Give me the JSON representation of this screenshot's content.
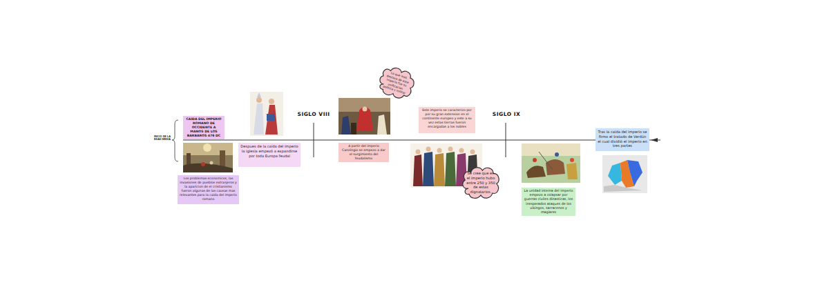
{
  "diagram": {
    "nodes": [
      {
        "text": [
          "CAIDA DEL IMPERIO ROMANO DE OCCIDENTE A MANOS DE LOS BARBAROS 476 DC"
        ]
      },
      {
        "text": [
          "Los problemas economicos, las invasiones de pueblos extranjeros y la aparicion de el cristianismo fueron algunas de las causas mas relevantes para la caida del imperio romano"
        ]
      },
      {
        "text": [
          "Despues de la caída del imperio la iglesia empezó a expandirse por toda Europa feudal"
        ]
      },
      {
        "text": [
          "Lo que mas destaco de este imperio fue su unificacion politica y militar"
        ]
      },
      {
        "text": [
          "A partir del imperio Carolingio se empezo a dar el surgimiento del feudalismo"
        ]
      },
      {
        "text": [
          "Este imperio se caracterizo por por su gran extension en el continente europeo y este a su vez estas tierras fueron encargadas a los nobles"
        ]
      },
      {
        "text": [
          "Se cree que en el imperio hubo entre 250 y 350 de estas dignatarios."
        ]
      },
      {
        "text": [
          "La unidad interna del imperio empezo a colapsar por guerras civiles dinasticas, los inesperados ataques de los vikingos, sarracenos y magiares"
        ]
      },
      {
        "text": [
          "Tras la caida del imperio se firmo el tratado de Verdún el cual dividió el imperio en tres partes"
        ]
      }
    ],
    "labels": [
      "INICIO DE LA EDAD MEDIA",
      "SIGLO VIII",
      "SIGLO IX"
    ]
  }
}
